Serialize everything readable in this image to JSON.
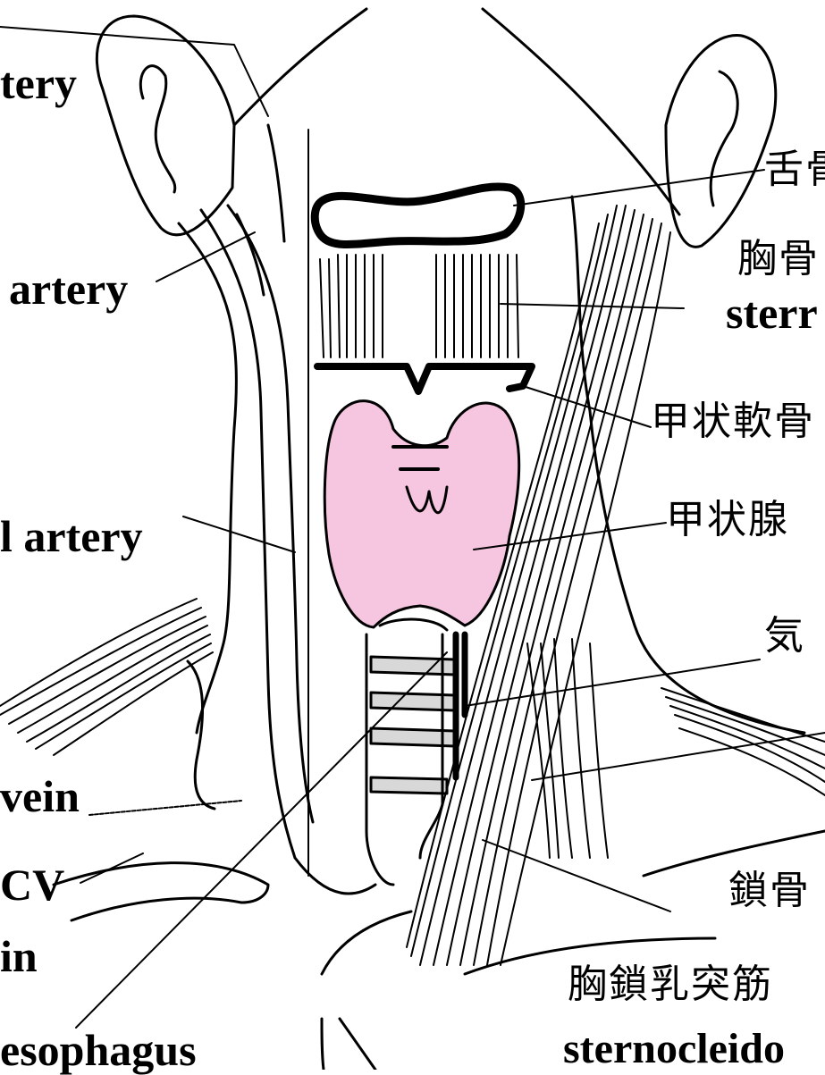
{
  "labels": {
    "artery_top": "tery",
    "artery_mid": "artery",
    "artery_low": "l artery",
    "vein": "vein",
    "scv": "CV",
    "in": "in",
    "esophagus": "esophagus",
    "hyoid": "舌骨",
    "sternohyoid_jp": "胸骨",
    "sternohyoid_en": "sterr",
    "thyroid_cartilage": "甲状軟骨",
    "thyroid_gland": "甲状腺",
    "trachea": "気",
    "clavicle": "鎖骨",
    "scm_jp": "胸鎖乳突筋",
    "scm_en": "sternocleido"
  },
  "colors": {
    "thyroid": "#f6c5e0",
    "ink": "#000000",
    "paper": "#ffffff"
  }
}
